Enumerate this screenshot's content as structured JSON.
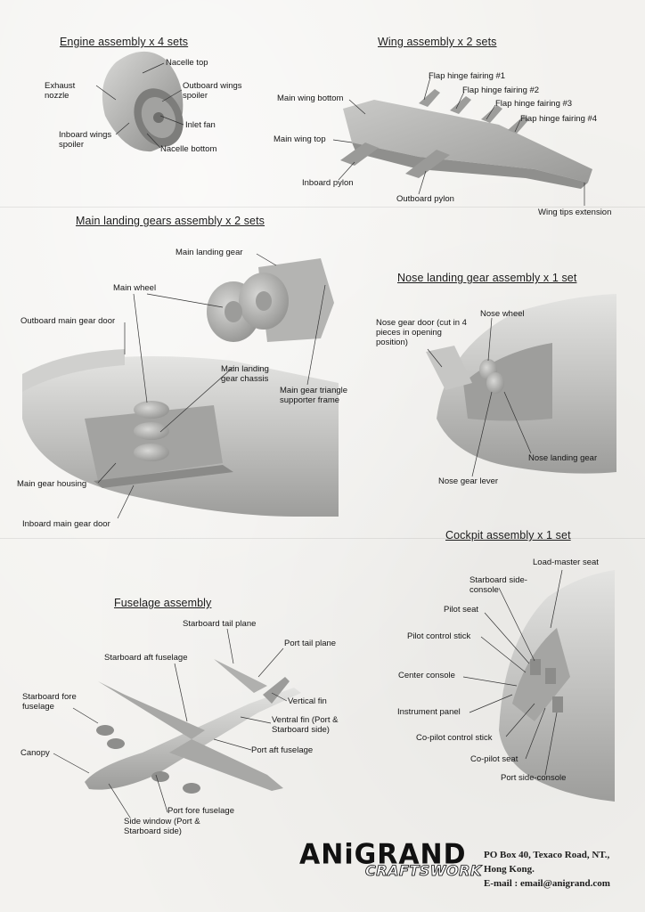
{
  "sections": {
    "engine": {
      "title": "Engine assembly x 4 sets",
      "labels": [
        "Nacelle top",
        "Exhaust nozzle",
        "Outboard wings spoiler",
        "Inlet fan",
        "Inboard wings spoiler",
        "Nacelle bottom"
      ]
    },
    "wing": {
      "title": "Wing assembly x 2 sets",
      "labels": [
        "Flap hinge fairing #1",
        "Flap hinge fairing #2",
        "Flap hinge fairing #3",
        "Flap hinge fairing #4",
        "Main wing bottom",
        "Main wing top",
        "Inboard pylon",
        "Outboard pylon",
        "Wing tips extension"
      ]
    },
    "main_gear": {
      "title": "Main landing gears assembly x 2 sets",
      "labels": [
        "Main landing gear",
        "Main wheel",
        "Outboard main gear door",
        "Main landing gear chassis",
        "Main gear triangle supporter frame",
        "Main gear housing",
        "Inboard main gear door"
      ]
    },
    "nose_gear": {
      "title": "Nose landing gear assembly x 1 set",
      "labels": [
        "Nose wheel",
        "Nose gear door (cut in 4 pieces in opening position)",
        "Nose landing gear",
        "Nose gear lever"
      ]
    },
    "cockpit": {
      "title": "Cockpit assembly x 1 set",
      "labels": [
        "Load-master seat",
        "Starboard side-console",
        "Pilot seat",
        "Pilot control stick",
        "Center console",
        "Instrument panel",
        "Co-pilot control stick",
        "Co-pilot seat",
        "Port side-console"
      ]
    },
    "fuselage": {
      "title": "Fuselage assembly",
      "labels": [
        "Starboard tail plane",
        "Port tail plane",
        "Starboard aft fuselage",
        "Starboard fore fuselage",
        "Vertical fin",
        "Ventral fin (Port & Starboard side)",
        "Port aft fuselage",
        "Canopy",
        "Port fore fuselage",
        "Side window (Port & Starboard side)"
      ]
    }
  },
  "brand": {
    "name": "ANiGRAND",
    "sub": "CRAFTSWORK"
  },
  "contact": {
    "line1": "PO Box 40, Texaco Road, NT.,",
    "line2": "Hong Kong.",
    "line3": "E-mail : email@anigrand.com"
  },
  "colors": {
    "paper": "#f3f2ef",
    "part_grey": "#b8b8b6",
    "ink": "#1c1c1c"
  }
}
